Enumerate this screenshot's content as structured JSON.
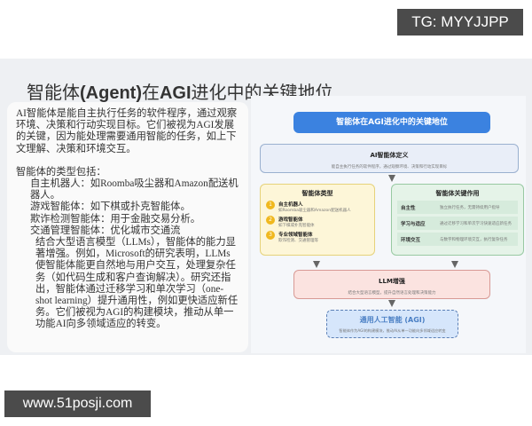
{
  "watermark_top": "TG: MYYJJPP",
  "watermark_bottom": "www.51posji.com",
  "title": {
    "pre": "智能体",
    "agent": "(Agent)",
    "mid": "在",
    "agi": "AGI",
    "post": "进化中的关键地位"
  },
  "left": {
    "intro": "AI智能体是能自主执行任务的软件程序，通过观察环境、决策和行动实现目标。它们被视为AGI发展的关键，因为能处理需要通用智能的任务，如上下文理解、决策和环境交互。",
    "types_heading": "智能体的类型包括：",
    "types": [
      "自主机器人：如Roomba吸尘器和Amazon配送机器人。",
      "游戏智能体：如下棋或扑克智能体。",
      "欺诈检测智能体：用于金融交易分析。",
      "交通管理智能体：优化城市交通流"
    ],
    "llm_para": "结合大型语言模型（LLMs），智能体的能力显著增强。例如，Microsoft的研究表明，LLMs使智能体能更自然地与用户交互，处理复杂任务（如代码生成和客户查询解决）。研究还指出，智能体通过迁移学习和单次学习（one-shot learning）提升通用性，例如更快适应新任务。它们被视为AGI的构建模块，推动从单一功能AI向多领域适应的转变。"
  },
  "diagram": {
    "title": "智能体在AGI进化中的关键地位",
    "definition": {
      "title": "AI智能体定义",
      "text": "能自主执行任务的软件程序，通过观察环境、决策和行动实现目标"
    },
    "types": {
      "title": "智能体类型",
      "items": [
        {
          "n": "1",
          "name": "自主机器人",
          "desc": "如Roomba吸尘器和Amazon配送机器人"
        },
        {
          "n": "2",
          "name": "游戏智能体",
          "desc": "如下棋或扑克智能体"
        },
        {
          "n": "3",
          "name": "专业领域智能体",
          "desc": "欺诈检测、交通管理等"
        }
      ]
    },
    "roles": {
      "title": "智能体关键作用",
      "items": [
        {
          "name": "自主性",
          "desc": "独立执行任务，无需持续用户指导"
        },
        {
          "name": "学习与适应",
          "desc": "通过迁移学习和单次学习快速适应新任务"
        },
        {
          "name": "环境交互",
          "desc": "与数字和物理环境交互，执行复杂任务"
        }
      ]
    },
    "llm": {
      "title": "LLM增强",
      "text": "结合大型语言模型，提升自然语言处理和决策能力"
    },
    "agi": {
      "title": "通用人工智能 (AGI)",
      "text": "智能体作为AGI的构建模块，推动AI从单一功能向多领域适应转变"
    }
  },
  "colors": {
    "title_bar": "#3b82e0",
    "types_bg": "#fdf6d8",
    "roles_bg": "#e5f3e8",
    "llm_bg": "#fbe3e0",
    "agi_bg": "#d6e6fb"
  }
}
